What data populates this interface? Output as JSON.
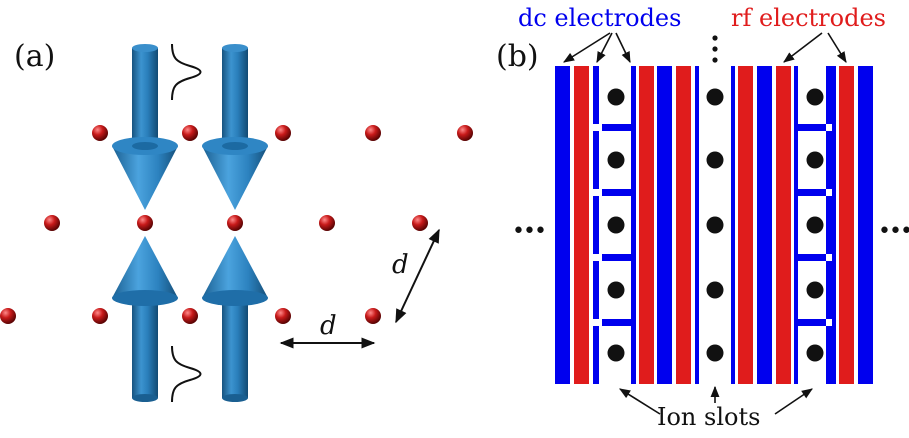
{
  "panel_a": {
    "label": "(a)",
    "spacing_symbol": "d"
  },
  "panel_b": {
    "label": "(b)",
    "dc_label": "dc electrodes",
    "rf_label": "rf electrodes",
    "slots_label": "Ion slots",
    "ellipsis": "•••"
  },
  "colors": {
    "dc": "#0000ee",
    "rf": "#e01c1c",
    "ion": "#b81414",
    "ion_slot": "#111111",
    "beam": "#1f73ad"
  }
}
